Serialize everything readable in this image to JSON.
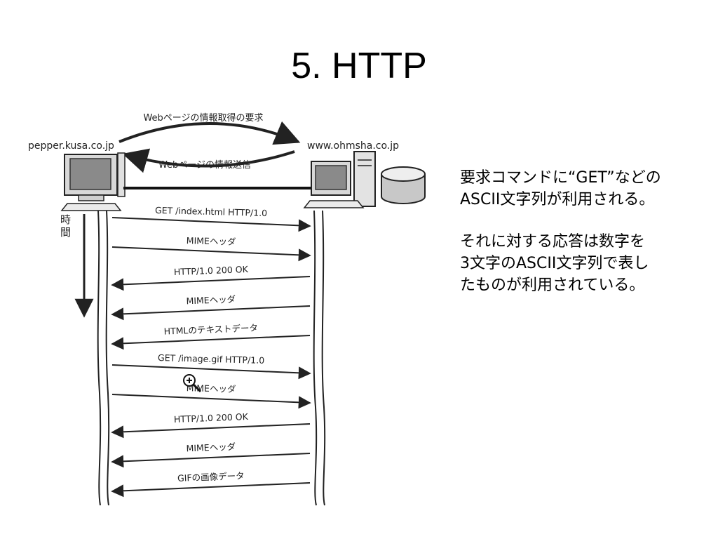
{
  "slide": {
    "title": "5. HTTP"
  },
  "diagram": {
    "top_request_label": "Webページの情報取得の要求",
    "top_response_label": "Webページの情報送信",
    "client_host": "pepper.kusa.co.jp",
    "server_host": "www.ohmsha.co.jp",
    "time_label": "時\n間",
    "messages": [
      {
        "label": "GET /index.html HTTP/1.0",
        "direction": "right"
      },
      {
        "label": "MIMEヘッダ",
        "direction": "right"
      },
      {
        "label": "HTTP/1.0 200 OK",
        "direction": "left"
      },
      {
        "label": "MIMEヘッダ",
        "direction": "left"
      },
      {
        "label": "HTMLのテキストデータ",
        "direction": "left"
      },
      {
        "label": "GET /image.gif HTTP/1.0",
        "direction": "right"
      },
      {
        "label": "MIMEヘッダ",
        "direction": "right"
      },
      {
        "label": "HTTP/1.0 200 OK",
        "direction": "left"
      },
      {
        "label": "MIMEヘッダ",
        "direction": "left"
      },
      {
        "label": "GIFの画像データ",
        "direction": "left"
      }
    ]
  },
  "notes": [
    "要求コマンドに“GET”などの\nASCII文字列が利用される。",
    "それに対する応答は数字を\n3文字のASCII文字列で表し\nたものが利用されている。"
  ]
}
